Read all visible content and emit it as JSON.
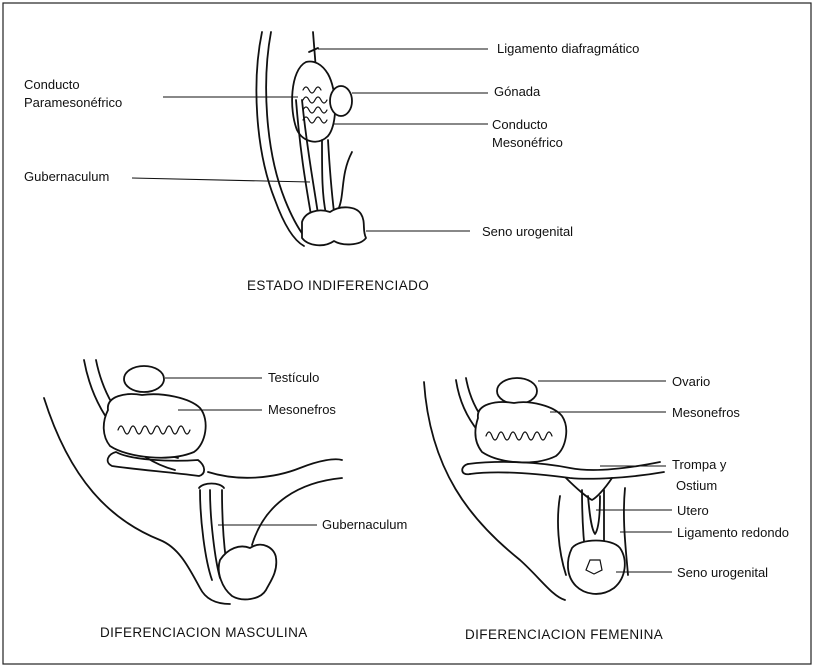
{
  "colors": {
    "ink": "#111111",
    "paper": "#ffffff"
  },
  "indifferent": {
    "caption": "ESTADO INDIFERENCIADO",
    "labels": {
      "diaphragmatic_ligament": "Ligamento diafragmático",
      "gonad": "Gónada",
      "paramesonephric_line1": "Conducto",
      "paramesonephric_line2": "Paramesonéfrico",
      "mesonephric_line1": "Conducto",
      "mesonephric_line2": "Mesonéfrico",
      "gubernaculum": "Gubernaculum",
      "urogenital_sinus": "Seno urogenital"
    }
  },
  "male": {
    "caption": "DIFERENCIACION MASCULINA",
    "labels": {
      "testis": "Testículo",
      "mesonephros": "Mesonefros",
      "gubernaculum": "Gubernaculum"
    }
  },
  "female": {
    "caption": "DIFERENCIACION FEMENINA",
    "labels": {
      "ovary": "Ovario",
      "mesonephros": "Mesonefros",
      "tube_line1": "Trompa y",
      "tube_line2": "Ostium",
      "uterus": "Utero",
      "round_ligament": "Ligamento redondo",
      "urogenital_sinus": "Seno urogenital"
    }
  }
}
